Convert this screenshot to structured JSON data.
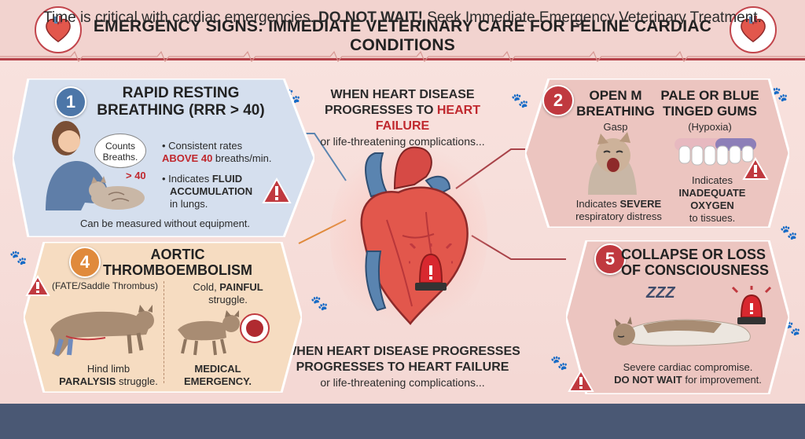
{
  "header": {
    "title": "EMERGENCY SIGNS: IMMEDIATE VETERINARY CARE FOR FELINE CARDIAC CONDITIONS",
    "icon_left": "heart-icon",
    "icon_right": "heart-icon"
  },
  "center": {
    "top_line1": "WHEN HEART DISEASE",
    "top_line2_pre": "PROGRESSES TO ",
    "top_line2_hl": "HEART FAILURE",
    "top_line3": "or life-threatening complications...",
    "bottom_line1": "WHEN HEART DISEASE PROGRESSES",
    "bottom_line2": "PROGRESSES TO HEART FAILURE",
    "bottom_line3": "or life-threatening complications..."
  },
  "panel1": {
    "number": "1",
    "title_line1": "RAPID RESTING",
    "title_line2": "BREATHING (RRR > 40)",
    "bubble_line1": "Counts",
    "bubble_line2": "Breaths.",
    "bubble_value": "> 40",
    "bullet1_pre": "• Consistent rates",
    "bullet1_hl": "ABOVE 40",
    "bullet1_post": " breaths/min.",
    "bullet2_pre": "• Indicates ",
    "bullet2_hl1": "FLUID",
    "bullet2_hl2": "ACCUMULATION",
    "bullet2_post": "in lungs.",
    "footer": "Can be measured without equipment."
  },
  "panel2": {
    "number": "2",
    "left_title_line1": "OPEN M",
    "left_title_line2": "BREATHING",
    "left_sub": "Gasp",
    "left_note_pre": "Indicates ",
    "left_note_hl": "SEVERE",
    "left_note_post": "respiratory distress",
    "right_title_line1": "PALE OR BLUE",
    "right_title_line2": "TINGED GUMS",
    "right_sub": "(Hypoxia)",
    "right_note_line1": "Indicates",
    "right_note_hl1": "INADEQUATE",
    "right_note_hl2": "OXYGEN",
    "right_note_line4": "to tissues."
  },
  "panel4": {
    "number": "4",
    "title_line1": "AORTIC",
    "title_line2": "THROMBOEMBOLISM",
    "sub": "(FATE/Saddle Thrombus)",
    "right_pre": "Cold, ",
    "right_hl": "PAINFUL",
    "right_post": "struggle.",
    "left_note_line1": "Hind limb",
    "left_note_hl": "PARALYSIS",
    "left_note_post": " struggle.",
    "right_note_line1": "MEDICAL",
    "right_note_line2": "EMERGENCY."
  },
  "panel5": {
    "number": "5",
    "title_line1": "COLLAPSE OR LOSS",
    "title_line2": "OF CONSCIOUSNESS",
    "zzz": "ZZZ",
    "note_line1": "Severe cardiac compromise.",
    "note_hl": "DO NOT WAIT",
    "note_post": " for improvement."
  },
  "footer": {
    "pre": "Time is critical with cardiac emergencies. ",
    "hl": "DO NOT WAIT!",
    "post": " Seek Immediate Emergency Veterinary Treatment."
  },
  "colors": {
    "accent_red": "#c0393f",
    "panel_blue": "#d5dfee",
    "panel_orange": "#f6dcc1",
    "panel_pink": "#ecc5c0",
    "footer_bg": "#4a5874"
  }
}
